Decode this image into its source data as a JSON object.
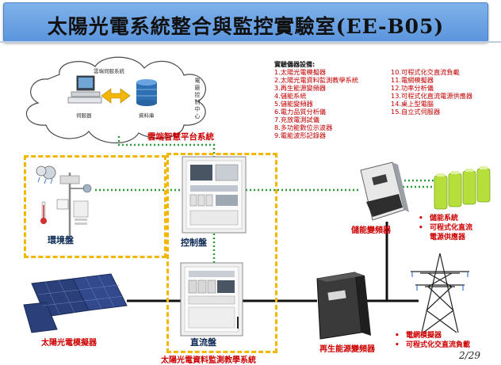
{
  "title": "太陽光電系統整合與監控實驗室(EE-B05)",
  "cloud": {
    "system_label": "雲端伺服系統",
    "server_label": "伺服器",
    "database_label": "資料庫",
    "monitor_center_label": "電廠控制中心"
  },
  "equipment": {
    "heading": "實驗儀器設備:",
    "col1": [
      "1.太陽光電模擬器",
      "2.太陽光電資料監測教學系統",
      "3.再生能源變頻器",
      "4.儲能系統",
      "5.儲能變頻器",
      "6.電力品質分析儀",
      "7.充放電測試儀",
      "8.多功能數位示波器",
      "9.電能波形記錄器"
    ],
    "col2": [
      "10.可程式化交直流負載",
      "11.電網模擬器",
      "12.功率分析儀",
      "13.可程式化直流電源供應器",
      "14.桌上型電腦",
      "15.自立式伺服器"
    ]
  },
  "labels": {
    "cloud_platform": "雲端智慧平台系統",
    "environment_panel": "環境盤",
    "control_panel": "控制盤",
    "dc_panel": "直流盤",
    "pv_simulator": "太陽光電模擬器",
    "pv_monitoring_system": "太陽光電資料監測教學系統",
    "storage_inverter": "儲能變頻器",
    "renewable_inverter": "再生能源變頻器"
  },
  "storage_bullets": [
    "儲能系統",
    "可程式化直流",
    "電源供應器"
  ],
  "grid_bullets": [
    "電網模擬器",
    "可程式化交直流負載"
  ],
  "page_number": "2/29"
}
